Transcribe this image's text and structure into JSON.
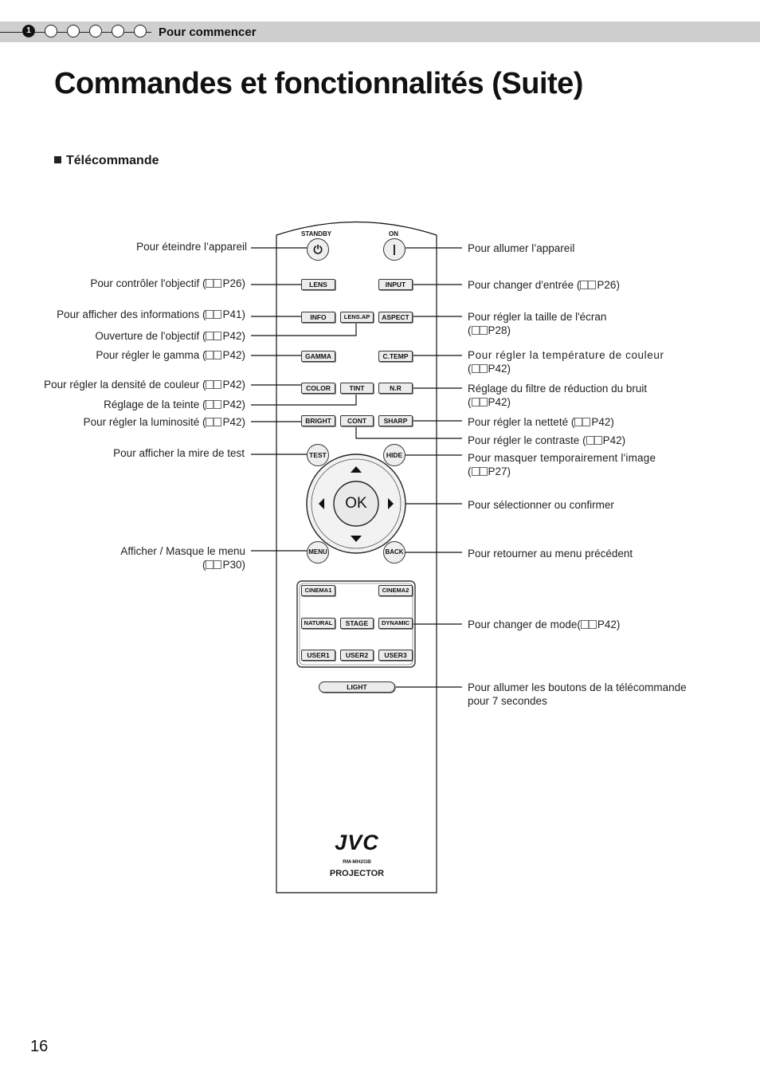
{
  "header": {
    "section": "Pour commencer",
    "steps": [
      "1",
      "",
      "",
      "",
      "",
      "",
      ""
    ]
  },
  "page": {
    "title": "Commandes et fonctionnalités (Suite)",
    "subtitle": "Télécommande",
    "number": "16"
  },
  "remote": {
    "power_labels": {
      "standby": "STANDBY",
      "on": "ON"
    },
    "buttons": {
      "lens": "LENS",
      "input": "INPUT",
      "info": "INFO",
      "lens_ap": "LENS.AP",
      "aspect": "ASPECT",
      "gamma": "GAMMA",
      "c_temp": "C.TEMP",
      "color": "COLOR",
      "tint": "TINT",
      "nr": "N.R",
      "bright": "BRIGHT",
      "cont": "CONT",
      "sharp": "SHARP",
      "test": "TEST",
      "hide": "HIDE",
      "ok": "OK",
      "menu": "MENU",
      "back": "BACK",
      "cinema1": "CINEMA1",
      "cinema2": "CINEMA2",
      "natural": "NATURAL",
      "stage": "STAGE",
      "dynamic": "DYNAMIC",
      "user1": "USER1",
      "user2": "USER2",
      "user3": "USER3",
      "light": "LIGHT"
    },
    "brand": "JVC",
    "model": "RM-MH2GB",
    "product": "PROJECTOR"
  },
  "callouts_left": {
    "standby": "Pour éteindre l’appareil",
    "lens": "Pour contrôler l'objectif (",
    "lens_ref": "P26)",
    "info": "Pour afficher des informations (",
    "info_ref": "P41)",
    "lens_ap": "Ouverture de l'objectif (",
    "lens_ap_ref": "P42)",
    "gamma": "Pour régler le gamma (",
    "gamma_ref": "P42)",
    "color": "Pour régler la densité de couleur (",
    "color_ref": "P42)",
    "tint": "Réglage de la teinte (",
    "tint_ref": "P42)",
    "bright": "Pour régler la luminosité (",
    "bright_ref": "P42)",
    "test": "Pour afficher la mire de test",
    "menu": "Afficher / Masque le menu",
    "menu_ref_open": "(",
    "menu_ref": "P30)"
  },
  "callouts_right": {
    "on": "Pour allumer l’appareil",
    "input": "Pour changer d'entrée (",
    "input_ref": "P26)",
    "aspect": "Pour régler la taille de l'écran",
    "aspect_ref_open": "(",
    "aspect_ref": "P28)",
    "c_temp": "Pour régler la température de couleur",
    "c_temp_ref_open": "(",
    "c_temp_ref": "P42)",
    "nr": "Réglage du filtre de réduction du bruit",
    "nr_ref_open": "(",
    "nr_ref": "P42)",
    "sharp": "Pour régler la netteté (",
    "sharp_ref": "P42)",
    "cont": "Pour régler le contraste (",
    "cont_ref": "P42)",
    "hide": "Pour masquer temporairement l'image",
    "hide_ref_open": "(",
    "hide_ref": "P27)",
    "ok": "Pour sélectionner ou confirmer",
    "back": "Pour retourner au menu précédent",
    "mode": "Pour changer de mode(",
    "mode_ref": "P42)",
    "light_1": "Pour allumer les boutons de la télécommande",
    "light_2": "pour 7 secondes"
  }
}
